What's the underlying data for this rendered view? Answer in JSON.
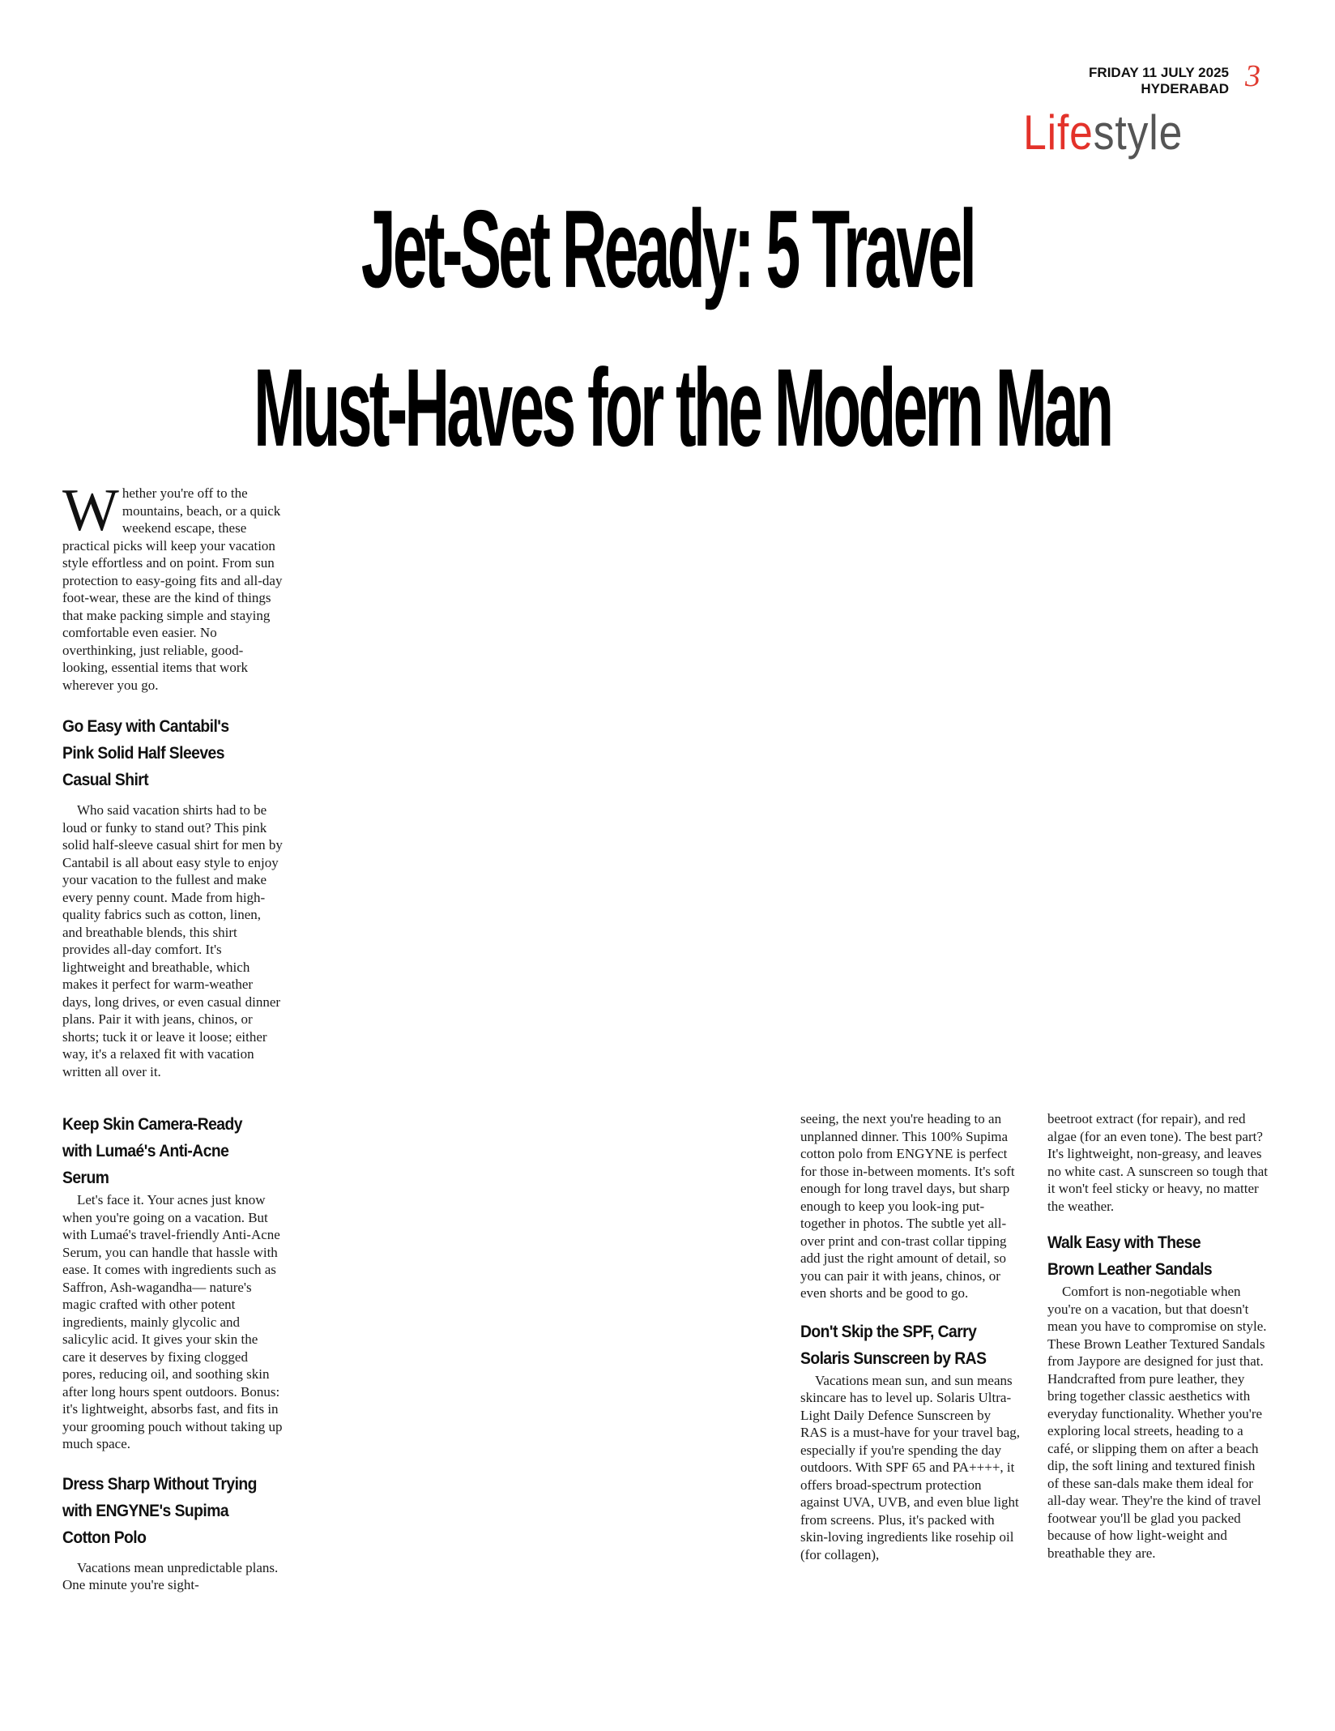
{
  "masthead": {
    "date": "FRIDAY 11 JULY 2025",
    "city": "HYDERABAD",
    "page_number": "3",
    "section_part1": "Life",
    "section_part2": "style",
    "accent_color": "#e3322a"
  },
  "headline": {
    "line1": "Jet-Set Ready: 5 Travel",
    "line2": "Must-Haves for the Modern Man"
  },
  "intro": {
    "dropcap": "W",
    "text": "hether you're off to the mountains, beach, or a quick weekend escape, these practical picks will keep your vacation style effortless and on point. From sun protection to easy-going fits and all-day foot-wear, these are the kind of things that make packing simple and staying comfortable even easier. No overthinking, just reliable, good-looking, essential items that work wherever you go."
  },
  "sections": {
    "shirt": {
      "title_lines": [
        "Go Easy with Cantabil's",
        "Pink Solid Half Sleeves",
        "Casual Shirt"
      ],
      "body": "Who said vacation shirts had to be loud or funky to stand out? This pink solid half-sleeve casual shirt for men by Cantabil is all about easy style to enjoy your vacation to the fullest and make every penny count. Made from high-quality fabrics such as cotton, linen, and breathable blends, this shirt provides all-day comfort. It's lightweight and breathable, which makes it perfect for warm-weather days, long drives, or even casual dinner plans. Pair it with jeans, chinos, or shorts; tuck it or leave it loose; either way, it's a relaxed fit with vacation written all over it."
    },
    "serum": {
      "title_lines": [
        "Keep Skin Camera-Ready",
        "with Lumaé's Anti-Acne",
        "Serum"
      ],
      "body": "Let's face it. Your acnes just know when you're going on a vacation. But with Lumaé's travel-friendly Anti-Acne Serum, you can handle that hassle with ease. It comes with ingredients such as Saffron, Ash-wagandha— nature's magic crafted with other potent ingredients, mainly glycolic and salicylic acid. It gives your skin the care it deserves by fixing clogged pores, reducing oil, and soothing skin after long hours spent outdoors. Bonus: it's lightweight, absorbs fast, and fits in your grooming pouch without taking up much space."
    },
    "polo": {
      "title_lines": [
        "Dress Sharp Without Trying",
        "with ENGYNE's Supima",
        "Cotton Polo"
      ],
      "body_part1": "Vacations mean unpredictable plans. One minute you're sight-",
      "body_part2": "seeing, the next you're heading to an unplanned dinner. This 100% Supima cotton polo from ENGYNE is perfect for those in-between moments. It's soft enough for long travel days, but sharp enough to keep you look-ing put-together in photos. The subtle yet all-over print and con-trast collar tipping add just the right amount of detail, so you can pair it with jeans, chinos, or even shorts and be good to go."
    },
    "sunscreen": {
      "title_lines": [
        "Don't Skip the SPF, Carry",
        "Solaris Sunscreen by RAS"
      ],
      "body_part1": "Vacations mean sun, and sun means skincare has to level up. Solaris Ultra-Light Daily Defence Sunscreen by RAS is a must-have for your travel bag, especially if you're spending the day outdoors. With SPF 65 and PA++++, it offers broad-spectrum protection against UVA, UVB, and even blue light from screens. Plus, it's packed with skin-loving ingredients like rosehip oil (for collagen),",
      "body_part2": "beetroot extract (for repair), and red algae (for an even tone). The best part? It's lightweight, non-greasy, and leaves no white cast. A sunscreen so tough that it won't feel sticky or heavy, no matter the weather."
    },
    "sandals": {
      "title_lines": [
        "Walk Easy with These",
        "Brown Leather Sandals"
      ],
      "body": "Comfort is non-negotiable when you're on a vacation, but that doesn't mean you have to compromise on style. These Brown Leather Textured Sandals from Jaypore are designed for just that. Handcrafted from pure leather, they bring together classic aesthetics with everyday functionality. Whether you're exploring local streets, heading to a café, or slipping them on after a beach dip, the soft lining and textured finish of these san-dals make them ideal for all-day wear. They're the kind of travel footwear you'll be glad you packed because of how light-weight and breathable they are."
    }
  }
}
